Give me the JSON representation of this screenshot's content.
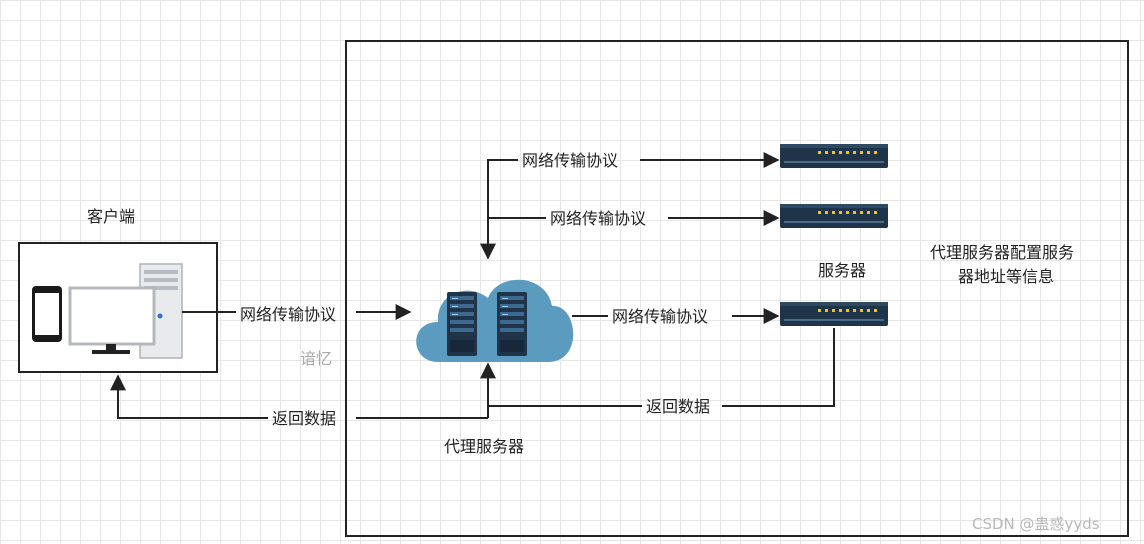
{
  "labels": {
    "client": "客户端",
    "protocol_1": "网络传输协议",
    "protocol_2": "网络传输协议",
    "protocol_3": "网络传输协议",
    "protocol_4": "网络传输协议",
    "return_data_left": "返回数据",
    "return_data_right": "返回数据",
    "proxy_server": "代理服务器",
    "servers": "服务器",
    "config_line1": "代理服务器配置服务",
    "config_line2": "器地址等信息",
    "watermark_center": "谙忆",
    "watermark_corner": "CSDN @蛊惑yyds"
  },
  "colors": {
    "line": "#222222",
    "cloud": "#5b9bc0",
    "server_body": "#1f3448",
    "server_led": "#f0c419",
    "grid": "#e6e6e6"
  },
  "icons": [
    "phone-icon",
    "monitor-icon",
    "pc-tower-icon",
    "cloud-icon",
    "rack-server-icon",
    "network-switch-icon"
  ]
}
